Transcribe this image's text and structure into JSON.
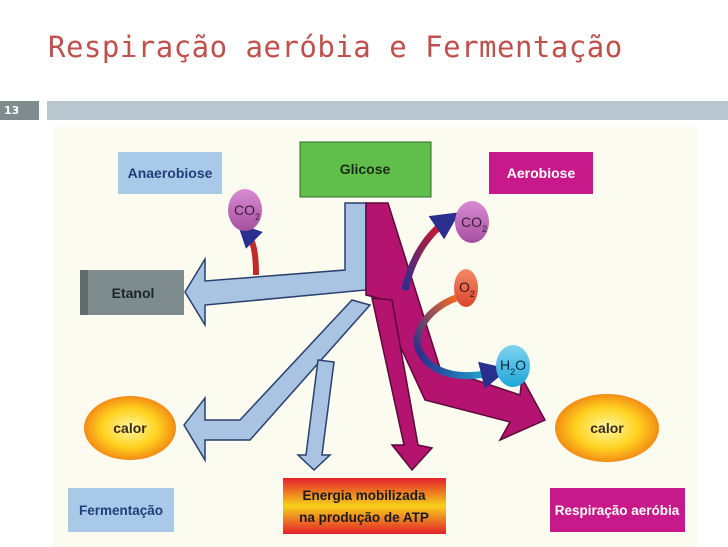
{
  "slide": {
    "title": "Respiração aeróbia e Fermentação",
    "number": "13"
  },
  "diagram": {
    "anaerobiose": "Anaerobiose",
    "glicose": "Glicose",
    "aerobiose": "Aerobiose",
    "etanol": "Etanol",
    "calor_left": "calor",
    "calor_right": "calor",
    "fermentacao": "Fermentação",
    "energia_line1": "Energia mobilizada",
    "energia_line2": "na produção de ATP",
    "respiracao": "Respiração aeróbia",
    "co2_left": {
      "main": "CO",
      "sub": "2"
    },
    "co2_right": {
      "main": "CO",
      "sub": "2"
    },
    "o2": {
      "main": "O",
      "sub": "2"
    },
    "h2o": {
      "pre": "H",
      "sub": "2",
      "post": "O"
    }
  },
  "colors": {
    "title": "#c0504d",
    "label_box_blue": "#a9c9e8",
    "label_text_blue": "#1f3f7a",
    "glicose_box": "#5fbf4a",
    "aerobiose_box": "#c8198a",
    "etanol_box": "#7f8c8d",
    "anaerobic_arrow": "#a8c4e2",
    "aerobic_arrow": "#b4136f",
    "molecule_bubble": "#c86fc0"
  }
}
